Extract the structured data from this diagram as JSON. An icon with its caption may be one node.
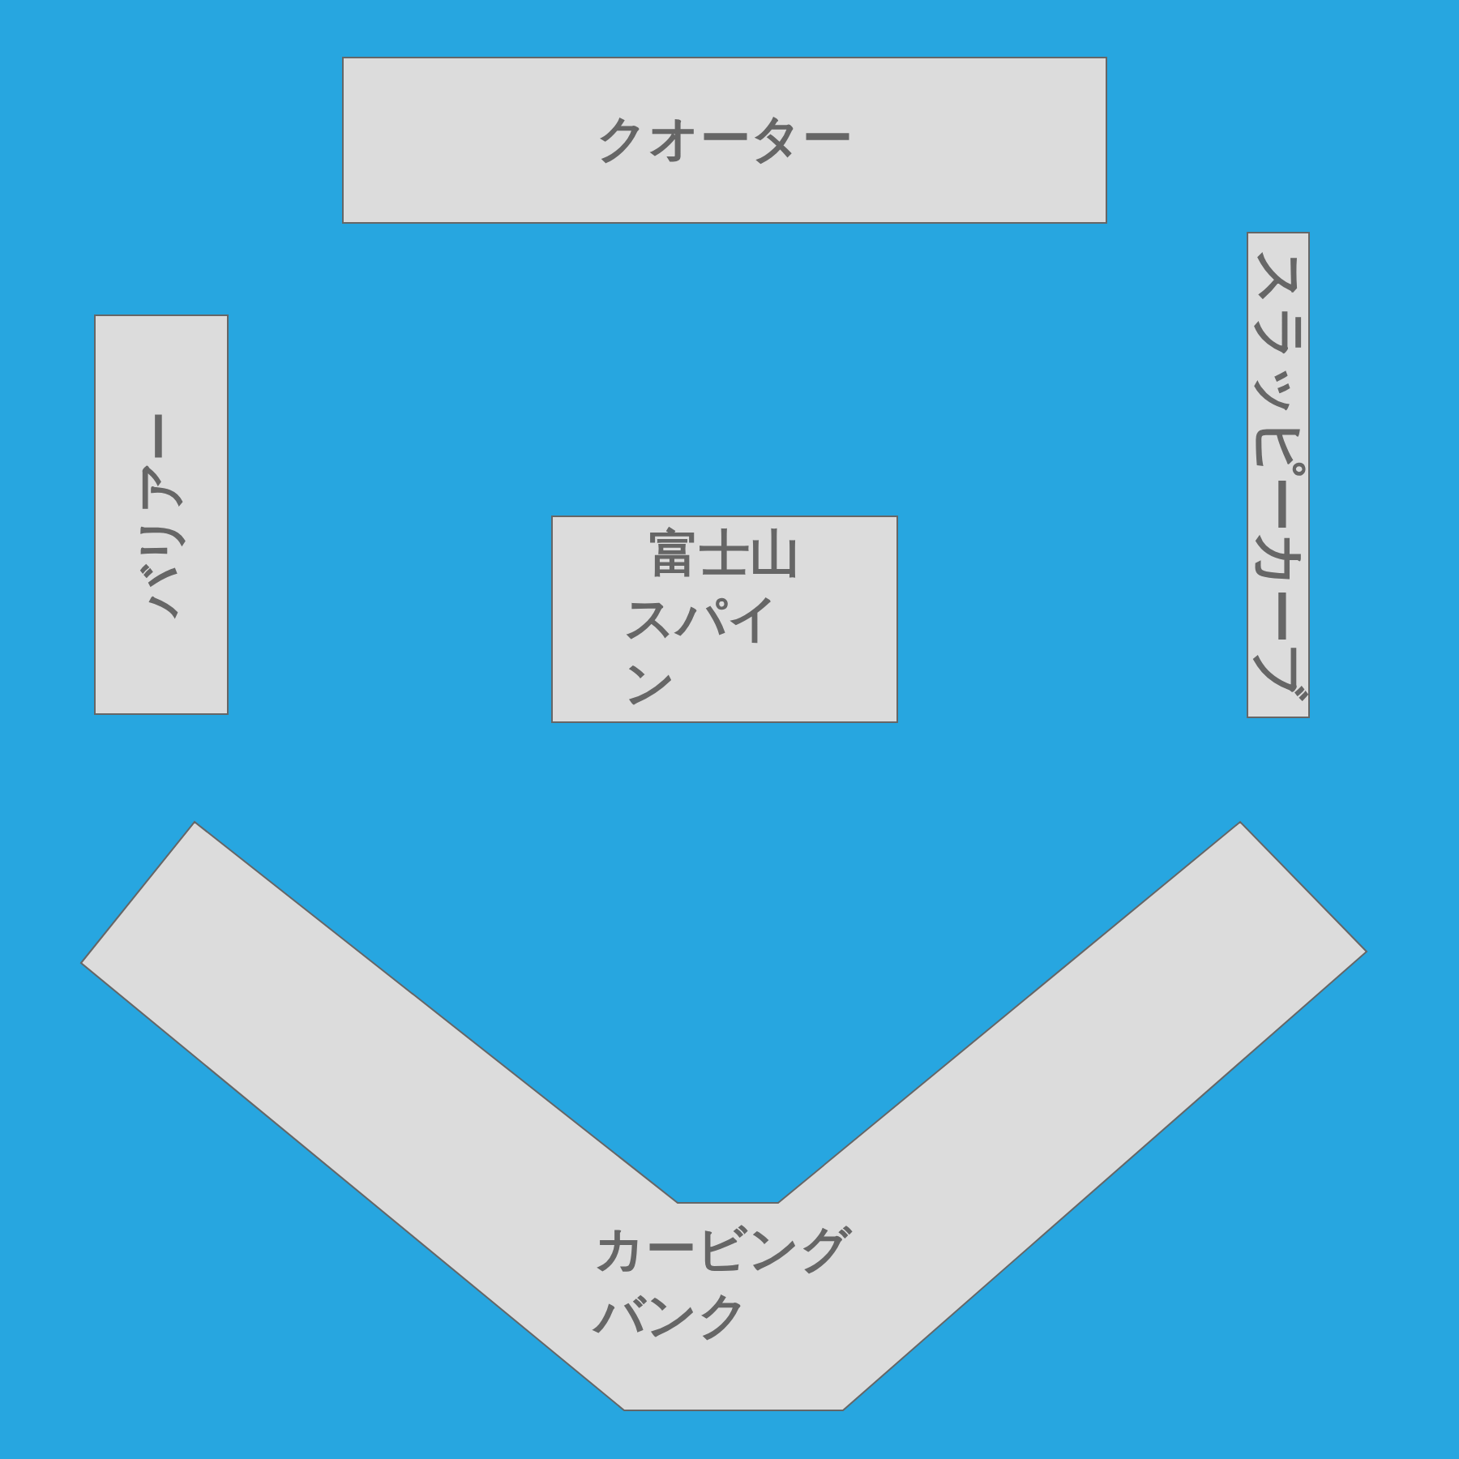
{
  "diagram": {
    "nodes": [
      {
        "text": [
          "クオーター"
        ]
      },
      {
        "text": [
          "バリアー"
        ]
      },
      {
        "text": [
          "スラッピーカーブ"
        ]
      },
      {
        "text": [
          "富士山スパイン"
        ]
      },
      {
        "text": [
          "カービングバンク"
        ]
      }
    ]
  }
}
